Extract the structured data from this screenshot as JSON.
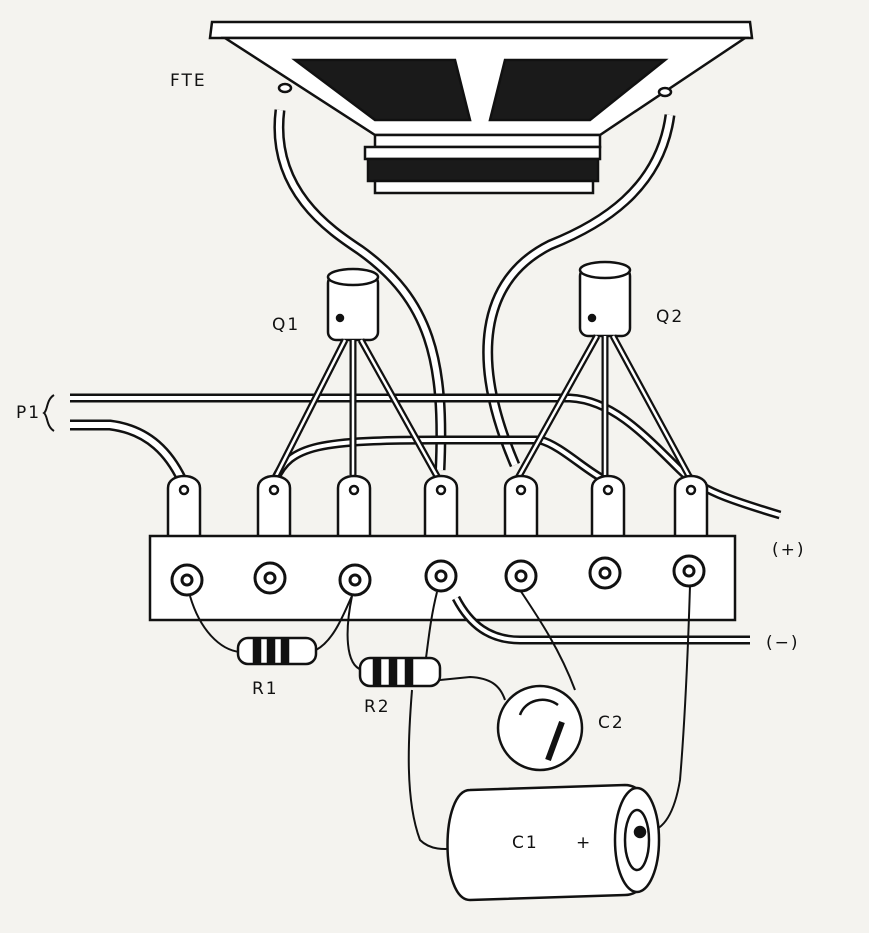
{
  "diagram": {
    "speaker_label": "FTE",
    "input_label": "P1",
    "transistor_1": "Q1",
    "transistor_2": "Q2",
    "resistor_1": "R1",
    "resistor_2": "R2",
    "capacitor_1": "C1",
    "capacitor_1_polarity": "+",
    "capacitor_2": "C2",
    "positive_terminal": "(+)",
    "negative_terminal": "(−)"
  },
  "colors": {
    "ink": "#111111",
    "paper": "#f4f3ef"
  }
}
